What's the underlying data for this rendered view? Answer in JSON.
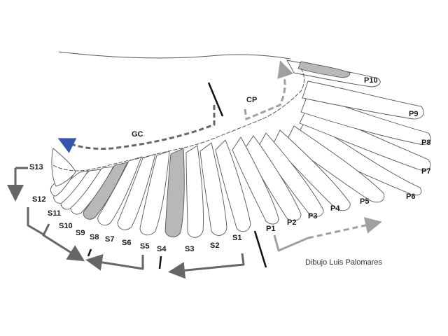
{
  "labels": {
    "P10": "P10",
    "P9": "P9",
    "P8": "P8",
    "P7": "P7",
    "P6": "P6",
    "P5": "P5",
    "P4": "P4",
    "P3": "P3",
    "P2": "P2",
    "P1": "P1",
    "S1": "S1",
    "S2": "S2",
    "S3": "S3",
    "S4": "S4",
    "S5": "S5",
    "S6": "S6",
    "S7": "S7",
    "S8": "S8",
    "S9": "S9",
    "S10": "S10",
    "S11": "S11",
    "S12": "S12",
    "S13": "S13",
    "GC": "GC",
    "CP": "CP"
  },
  "credit": "Dibujo Luis Palomares",
  "colors": {
    "outline": "#555555",
    "shaded_feather": "#b8b8b8",
    "arrow_dark": "#666666",
    "arrow_light": "#a0a0a0",
    "arrow_tip_blue": "#3355aa",
    "divider": "#111111"
  },
  "shaded_feathers": [
    "P10",
    "S4",
    "S8"
  ]
}
